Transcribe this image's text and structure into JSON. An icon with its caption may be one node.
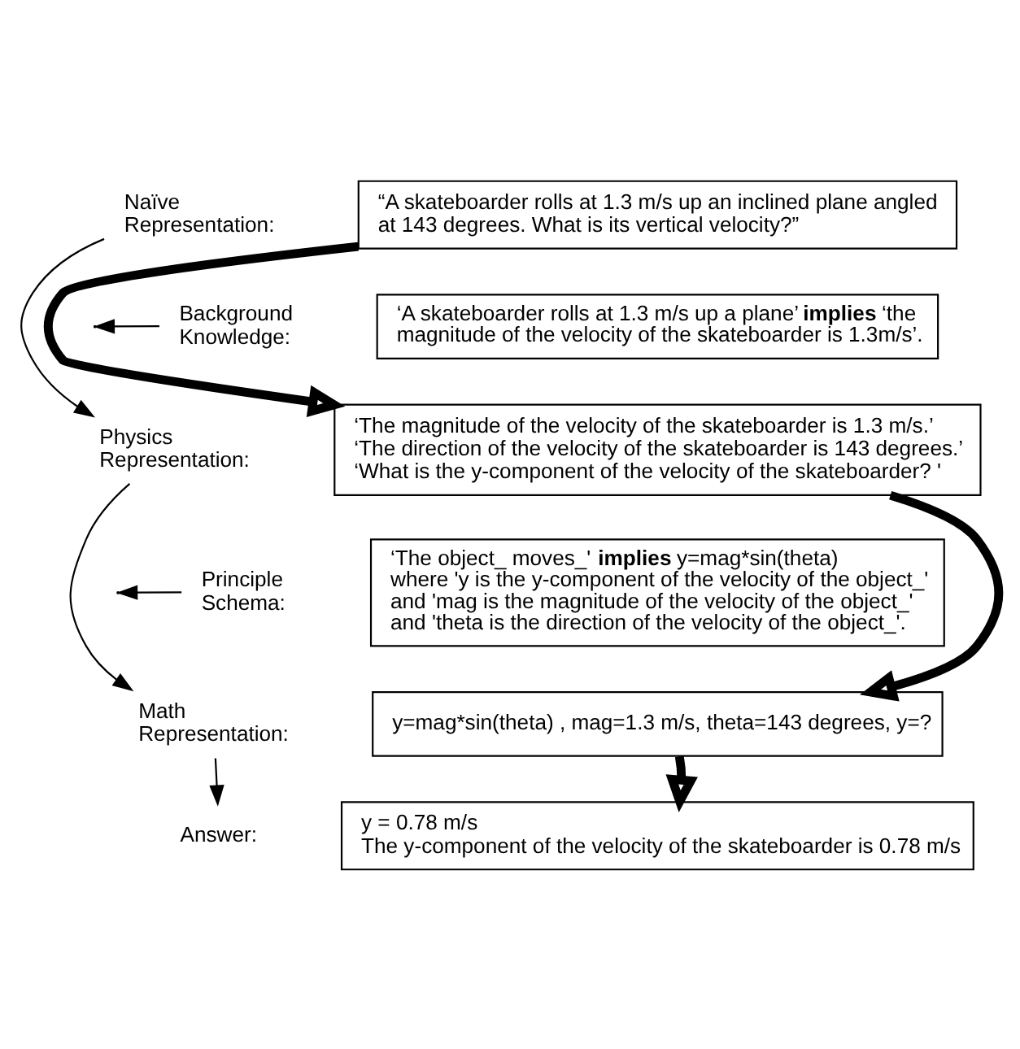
{
  "diagram": {
    "nodes": [
      {
        "text": [
          "Naïve Representation:"
        ]
      },
      {
        "text": [
          "“A skateboarder rolls at 1.3 m/s up an inclined plane angled at 143 degrees. What is its vertical velocity?”"
        ]
      },
      {
        "text": [
          "Background Knowledge:"
        ]
      },
      {
        "text": [
          "‘A skateboarder rolls at 1.3 m/s up a plane’ **implies** ‘the magnitude of the velocity of the skateboarder is 1.3m/s’."
        ]
      },
      {
        "text": [
          "Physics Representation:"
        ]
      },
      {
        "text": [
          "‘The magnitude of the velocity of the skateboarder is 1.3 m/s.’",
          "‘The direction of the velocity of the skateboarder is 143 degrees.’",
          "‘What is the y-component of the velocity of the skateboarder? '"
        ]
      },
      {
        "text": [
          "Principle Schema:"
        ]
      },
      {
        "text": [
          "‘The object_ moves_' **implies** y=mag*sin(theta)",
          "where 'y is the y-component of the velocity of the object_'",
          "and 'mag is the magnitude of the velocity of the object_'",
          "and 'theta is the direction of the velocity of the object_'."
        ]
      },
      {
        "text": [
          "Math Representation:"
        ]
      },
      {
        "text": [
          "y=mag*sin(theta) , mag=1.3 m/s, theta=143 degrees, y=?"
        ]
      },
      {
        "text": [
          "Answer:"
        ]
      },
      {
        "text": [
          "y = 0.78 m/s",
          "The y-component of the velocity of the skateboarder is 0.78 m/s"
        ]
      }
    ],
    "edges": [
      {
        "from": 0,
        "to": 4,
        "arrow": "to"
      },
      {
        "from": 2,
        "to": null,
        "arrow": "to"
      },
      {
        "from": 4,
        "to": 8,
        "arrow": "to"
      },
      {
        "from": 6,
        "to": null,
        "arrow": "to"
      },
      {
        "from": 8,
        "to": 10,
        "arrow": "to"
      },
      {
        "from": 1,
        "to": 5,
        "arrow": "to",
        "style": "thick"
      },
      {
        "from": 5,
        "to": 9,
        "arrow": "to",
        "style": "thick"
      },
      {
        "from": 9,
        "to": 11,
        "arrow": "to",
        "style": "thick"
      }
    ]
  }
}
